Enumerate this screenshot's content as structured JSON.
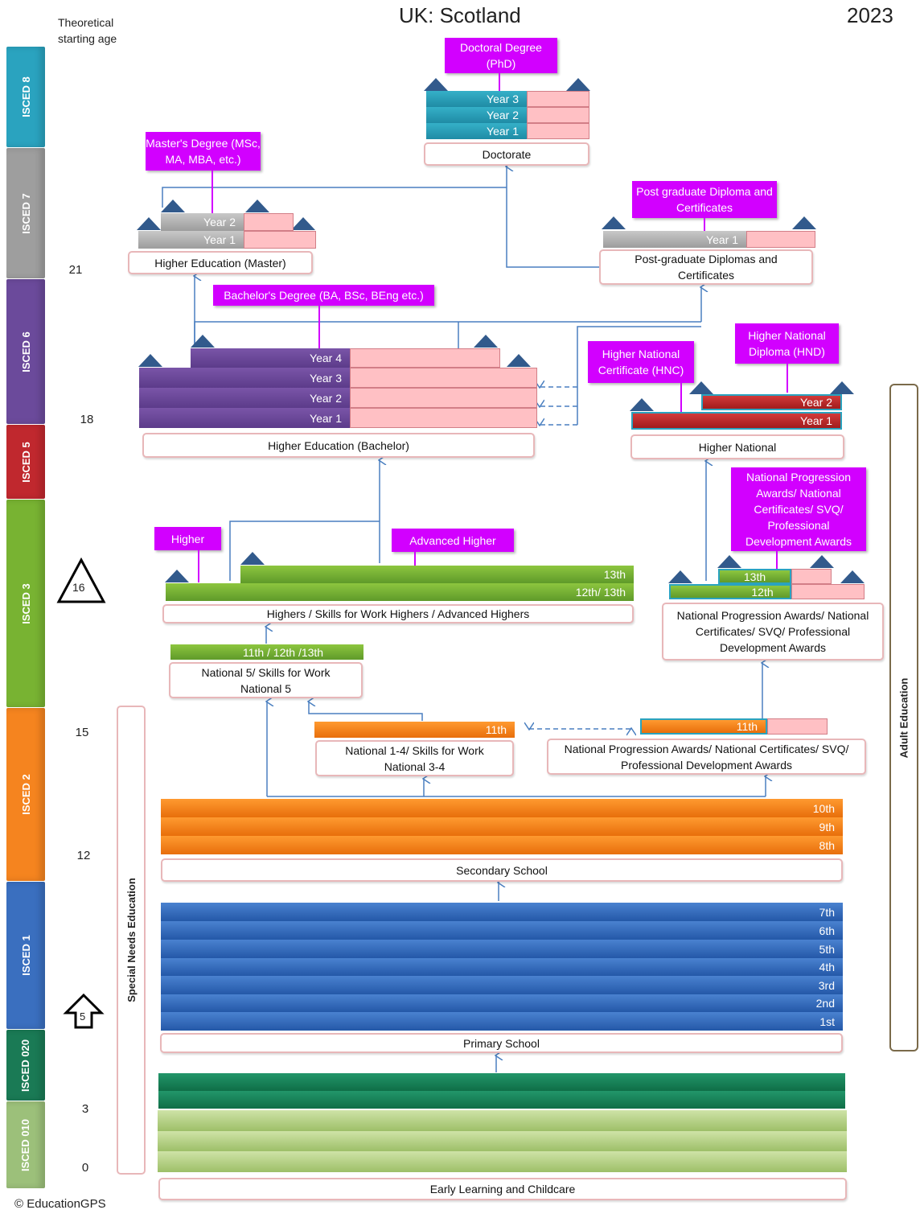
{
  "header": {
    "title": "UK: Scotland",
    "year": "2023",
    "age_caption": "Theoretical starting age",
    "copyright": "© EducationGPS"
  },
  "isced_levels": [
    {
      "label": "ISCED 8",
      "color": "#2aa3bf"
    },
    {
      "label": "ISCED 7",
      "color": "#9e9e9e"
    },
    {
      "label": "ISCED 6",
      "color": "#6b4a9b"
    },
    {
      "label": "ISCED 5",
      "color": "#c0282e"
    },
    {
      "label": "ISCED 3",
      "color": "#78b332"
    },
    {
      "label": "ISCED 2",
      "color": "#f5841f"
    },
    {
      "label": "ISCED 1",
      "color": "#3a6fbf"
    },
    {
      "label": "ISCED 020",
      "color": "#1a7a55"
    },
    {
      "label": "ISCED 010",
      "color": "#9cc07a"
    }
  ],
  "ages": [
    "21",
    "18",
    "15",
    "12",
    "3",
    "0"
  ],
  "markers": {
    "compulsory_start": "5",
    "compulsory_end": "16"
  },
  "side_labels": {
    "special_needs": "Special Needs Education",
    "adult": "Adult Education"
  },
  "programmes": {
    "doctorate": {
      "label": "Doctorate",
      "degree": "Doctoral Degree (PhD)",
      "years": [
        "Year 3",
        "Year 2",
        "Year 1"
      ]
    },
    "master": {
      "label": "Higher Education (Master)",
      "degree": "Master's Degree (MSc, MA, MBA, etc.)",
      "years": [
        "Year 2",
        "Year 1"
      ]
    },
    "postgrad": {
      "label": "Post-graduate Diplomas and Certificates",
      "degree": "Post graduate Diploma and Certificates",
      "years": [
        "Year 1"
      ]
    },
    "bachelor": {
      "label": "Higher Education (Bachelor)",
      "degree": "Bachelor's Degree (BA, BSc, BEng etc.)",
      "years": [
        "Year 4",
        "Year 3",
        "Year 2",
        "Year 1"
      ]
    },
    "higher_national": {
      "label": "Higher National",
      "hnc": "Higher National Certificate (HNC)",
      "hnd": "Higher National Diploma (HND)",
      "years": [
        "Year 2",
        "Year 1"
      ]
    },
    "highers": {
      "label": "Highers / Skills for Work Highers / Advanced Highers",
      "higher": "Higher",
      "advanced": "Advanced Higher",
      "grades": [
        "13th",
        "12th/ 13th"
      ]
    },
    "npa_upper": {
      "label": "National Progression Awards/ National Certificates/ SVQ/ Professional Development Awards",
      "award": "National Progression Awards/ National Certificates/ SVQ/ Professional Development Awards",
      "grades": [
        "13th",
        "12th"
      ]
    },
    "national5": {
      "label": "National 5/ Skills for Work National 5",
      "grade": "11th / 12th /13th"
    },
    "national14": {
      "label": "National 1-4/ Skills for Work National 3-4",
      "grade": "11th"
    },
    "npa_lower": {
      "label": "National Progression Awards/ National Certificates/ SVQ/ Professional Development Awards",
      "grade": "11th"
    },
    "secondary": {
      "label": "Secondary School",
      "grades": [
        "10th",
        "9th",
        "8th"
      ]
    },
    "primary": {
      "label": "Primary School",
      "grades": [
        "7th",
        "6th",
        "5th",
        "4th",
        "3rd",
        "2nd",
        "1st"
      ]
    },
    "early": {
      "label": "Early Learning and Childcare"
    }
  }
}
